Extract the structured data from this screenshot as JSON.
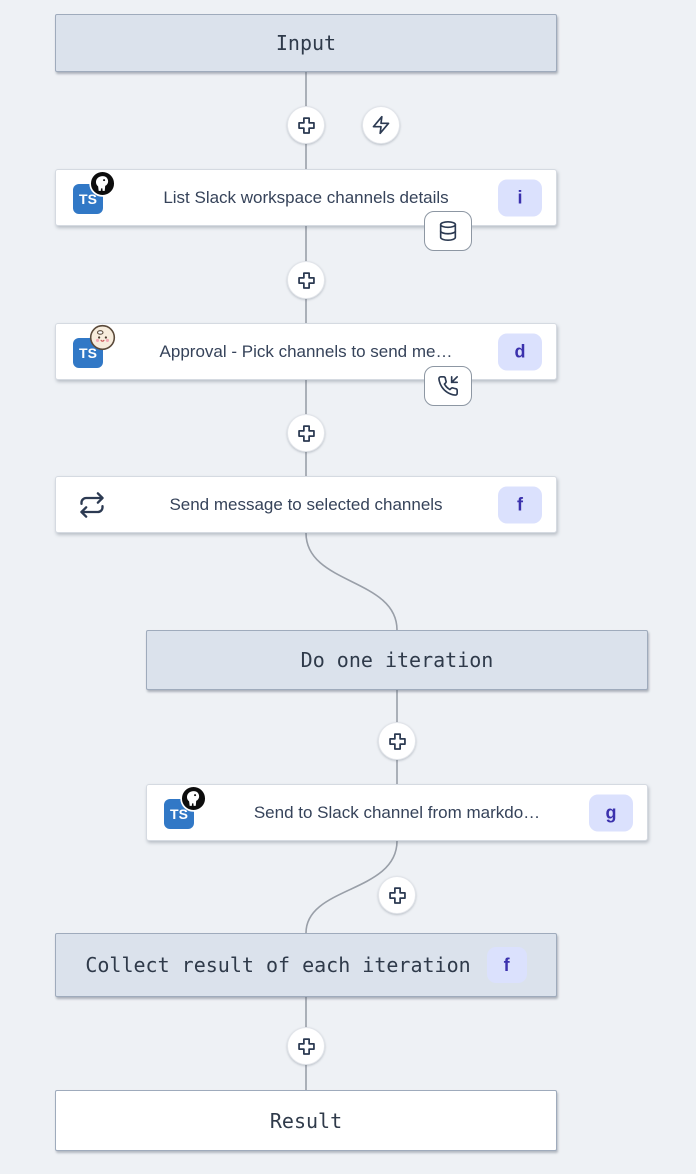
{
  "colors": {
    "canvas_bg": "#eef1f5",
    "title_box_bg": "#dbe2ec",
    "title_box_border": "#9fabbc",
    "node_bg": "#ffffff",
    "node_border": "#d5dae1",
    "connector": "#999fa8",
    "badge_bg": "#dbe1fd",
    "badge_text": "#3b31ad",
    "typescript_blue": "#3178c6",
    "icon_stroke": "#2c3a52",
    "title_text": "#2f3a4a",
    "label_text": "#36435a"
  },
  "icons": {
    "ts_label": "TS",
    "names": [
      "plus-icon",
      "zap-icon",
      "deno-icon",
      "bun-icon",
      "repeat-icon",
      "database-icon",
      "phone-incoming-icon",
      "typescript-icon"
    ]
  },
  "nodes": {
    "input": {
      "label": "Input"
    },
    "list_channels": {
      "label": "List Slack workspace channels details",
      "badge": "i",
      "indicator": "cache-database"
    },
    "approval": {
      "label": "Approval - Pick channels to send me…",
      "badge": "d",
      "indicator": "suspend-phone-incoming"
    },
    "forloop": {
      "label": "Send message to selected channels",
      "badge": "f"
    },
    "iteration": {
      "label": "Do one iteration"
    },
    "send_markdown": {
      "label": "Send to Slack channel from markdo…",
      "badge": "g"
    },
    "collect": {
      "label": "Collect result of each iteration",
      "badge": "f"
    },
    "result": {
      "label": "Result"
    }
  }
}
